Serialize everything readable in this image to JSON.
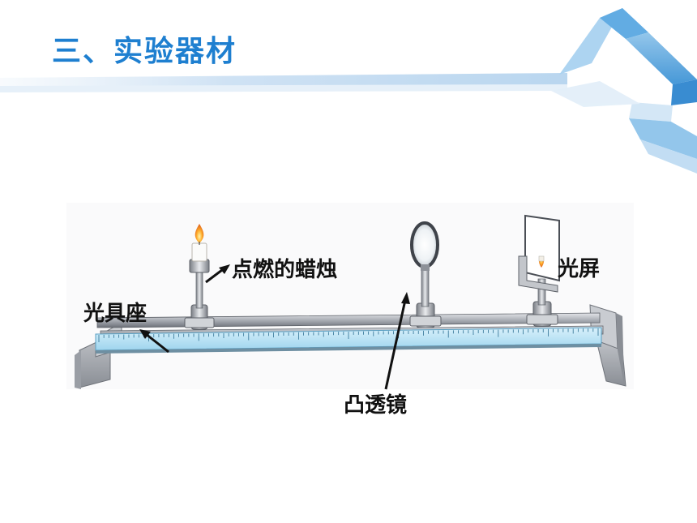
{
  "slide": {
    "title": "三、实验器材",
    "accent_color": "#1e7fd0"
  },
  "diagram": {
    "labels": {
      "candle": "点燃的蜡烛",
      "screen": "光屏",
      "bench": "光具座",
      "lens": "凸透镜"
    }
  }
}
